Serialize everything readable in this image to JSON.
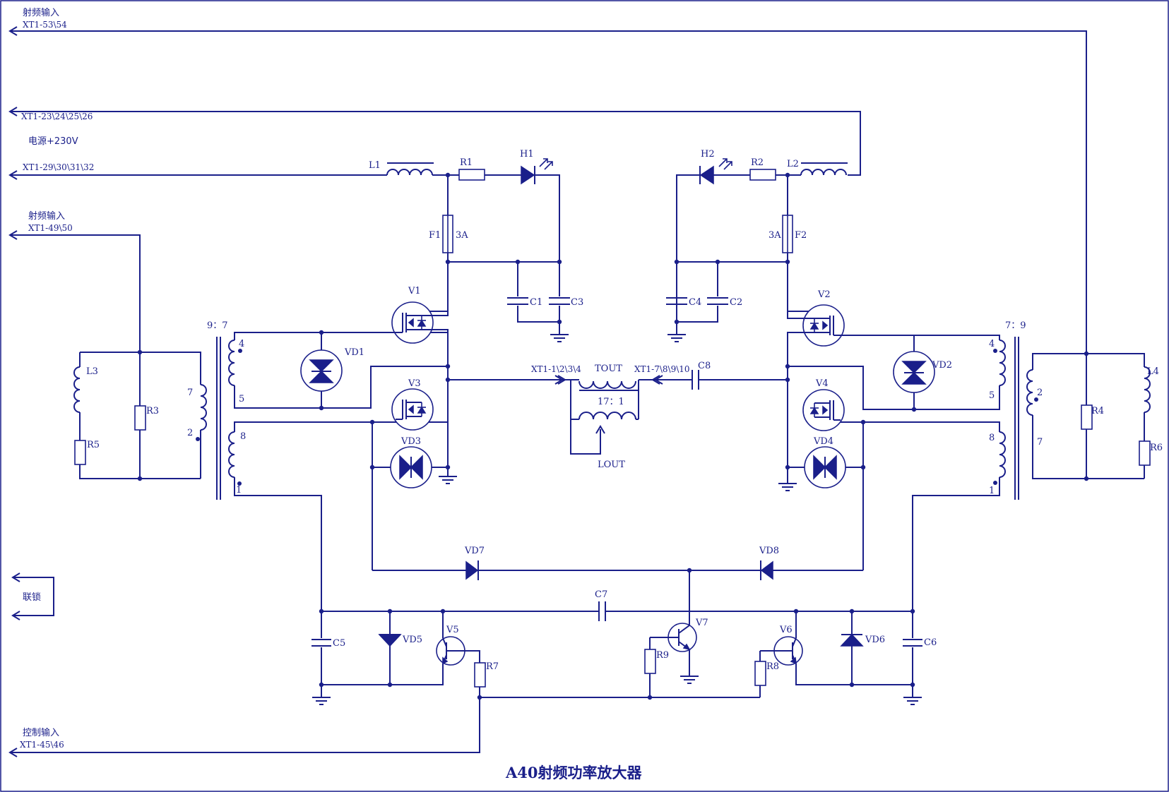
{
  "title": "A40射频功率放大器",
  "ports": {
    "rf_in_top_name": "射频输入",
    "rf_in_top_pins": "XT1-53\\54",
    "supply_pins_1": "XT1-23\\24\\25\\26",
    "supply_name": "电源+230V",
    "supply_pins_2": "XT1-29\\30\\31\\32",
    "rf_in_left_name": "射频输入",
    "rf_in_left_pins": "XT1-49\\50",
    "interlock": "联锁",
    "ctrl_name": "控制输入",
    "ctrl_pins": "XT1-45\\46",
    "out_pins_1": "XT1-1\\2\\3\\4",
    "out_pins_2": "XT1-7\\8\\9\\10"
  },
  "components": {
    "L1": "L1",
    "L2": "L2",
    "L3": "L3",
    "L4": "L4",
    "R1": "R1",
    "R2": "R2",
    "R3": "R3",
    "R4": "R4",
    "R5": "R5",
    "R6": "R6",
    "R7": "R7",
    "R8": "R8",
    "R9": "R9",
    "H1": "H1",
    "H2": "H2",
    "F1": "F1",
    "F2": "F2",
    "F_rating": "3A",
    "C1": "C1",
    "C2": "C2",
    "C3": "C3",
    "C4": "C4",
    "C5": "C5",
    "C6": "C6",
    "C7": "C7",
    "C8": "C8",
    "V1": "V1",
    "V2": "V2",
    "V3": "V3",
    "V4": "V4",
    "V5": "V5",
    "V6": "V6",
    "V7": "V7",
    "VD1": "VD1",
    "VD2": "VD2",
    "VD3": "VD3",
    "VD4": "VD4",
    "VD5": "VD5",
    "VD6": "VD6",
    "VD7": "VD7",
    "VD8": "VD8",
    "TOUT": "TOUT",
    "LOUT": "LOUT",
    "ratio_out": "17：1",
    "ratio_left": "9：7",
    "ratio_right": "7：9",
    "pin1": "1",
    "pin2": "2",
    "pin4": "4",
    "pin5": "5",
    "pin7": "7",
    "pin8": "8"
  }
}
